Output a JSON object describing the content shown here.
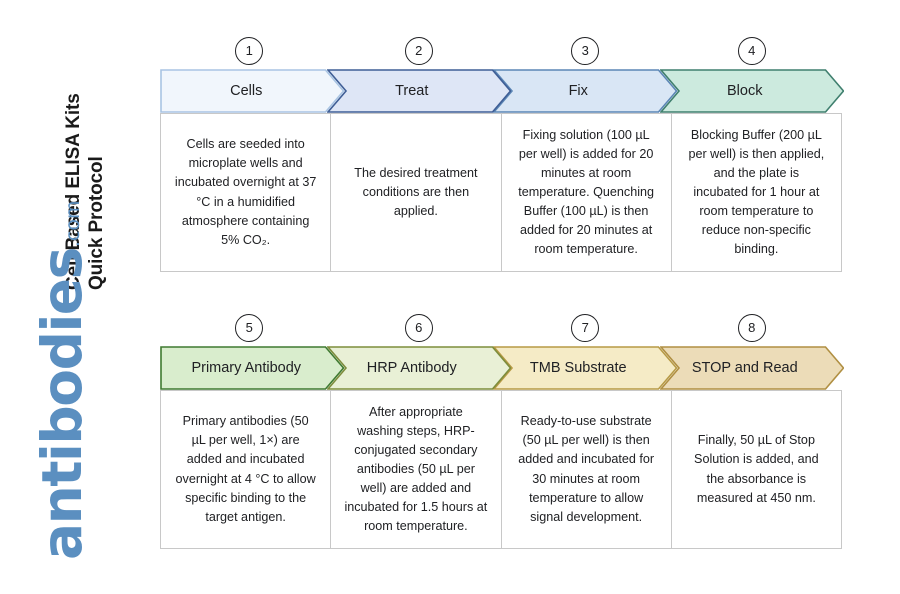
{
  "page": {
    "title_line1": "Cell Based ELISA Kits",
    "title_line2": "Quick Protocol",
    "title_full": "Cell Based ELISA Kits\nQuick Protocol"
  },
  "brand": {
    "name": "antibodies",
    "tld": ".com",
    "color": "#5b8fc0"
  },
  "colors": {
    "step1_fill": "#f1f6fc",
    "step1_stroke": "#a9c4e3",
    "step2_fill": "#dee6f6",
    "step2_stroke": "#3f5e96",
    "step3_fill": "#d9e6f5",
    "step3_stroke": "#5b86b5",
    "step4_fill": "#cceade",
    "step4_stroke": "#3f7f6e",
    "step5_fill": "#d9edcd",
    "step5_stroke": "#3f7a30",
    "step6_fill": "#e9f0d6",
    "step6_stroke": "#7d8d3c",
    "step7_fill": "#f5ebc6",
    "step7_stroke": "#b79a45",
    "step8_fill": "#ecdcb8",
    "step8_stroke": "#b08f42",
    "panel_border": "#c8c8c8",
    "circle_stroke": "#202124",
    "text": "#202124"
  },
  "rows": [
    {
      "id": "row-1",
      "steps": [
        {
          "number": "1",
          "label": "Cells",
          "body": "Cells are seeded into microplate wells and incubated overnight at 37 °C in a humidified atmosphere containing 5% CO₂.",
          "fill": "#f1f6fc",
          "stroke": "#a9c4e3"
        },
        {
          "number": "2",
          "label": "Treat",
          "body": "The desired treatment conditions are then applied.",
          "fill": "#dee6f6",
          "stroke": "#3f5e96"
        },
        {
          "number": "3",
          "label": "Fix",
          "body": "Fixing solution (100 µL per well) is added for 20 minutes at room temperature. Quenching Buffer (100 µL) is then added for 20 minutes at room temperature.",
          "fill": "#d9e6f5",
          "stroke": "#5b86b5"
        },
        {
          "number": "4",
          "label": "Block",
          "body": "Blocking Buffer (200 µL per well) is then applied, and the plate is incubated for 1 hour at room temperature to reduce non-specific binding.",
          "fill": "#cceade",
          "stroke": "#3f7f6e"
        }
      ]
    },
    {
      "id": "row-2",
      "steps": [
        {
          "number": "5",
          "label": "Primary Antibody",
          "body": "Primary antibodies (50 µL per well, 1×) are added and incubated overnight at 4 °C to allow specific binding to the target antigen.",
          "fill": "#d9edcd",
          "stroke": "#3f7a30"
        },
        {
          "number": "6",
          "label": "HRP Antibody",
          "body": "After appropriate washing steps, HRP-conjugated secondary antibodies (50 µL per well) are added and incubated for 1.5 hours at room temperature.",
          "fill": "#e9f0d6",
          "stroke": "#7d8d3c"
        },
        {
          "number": "7",
          "label": "TMB Substrate",
          "body": "Ready-to-use substrate (50 µL per well) is then added and incubated for 30 minutes at room temperature to allow signal development.",
          "fill": "#f5ebc6",
          "stroke": "#b79a45"
        },
        {
          "number": "8",
          "label": "STOP and Read",
          "body": "Finally, 50 µL of Stop Solution is added, and the absorbance is measured at 450 nm.",
          "fill": "#ecdcb8",
          "stroke": "#b08f42"
        }
      ]
    }
  ]
}
